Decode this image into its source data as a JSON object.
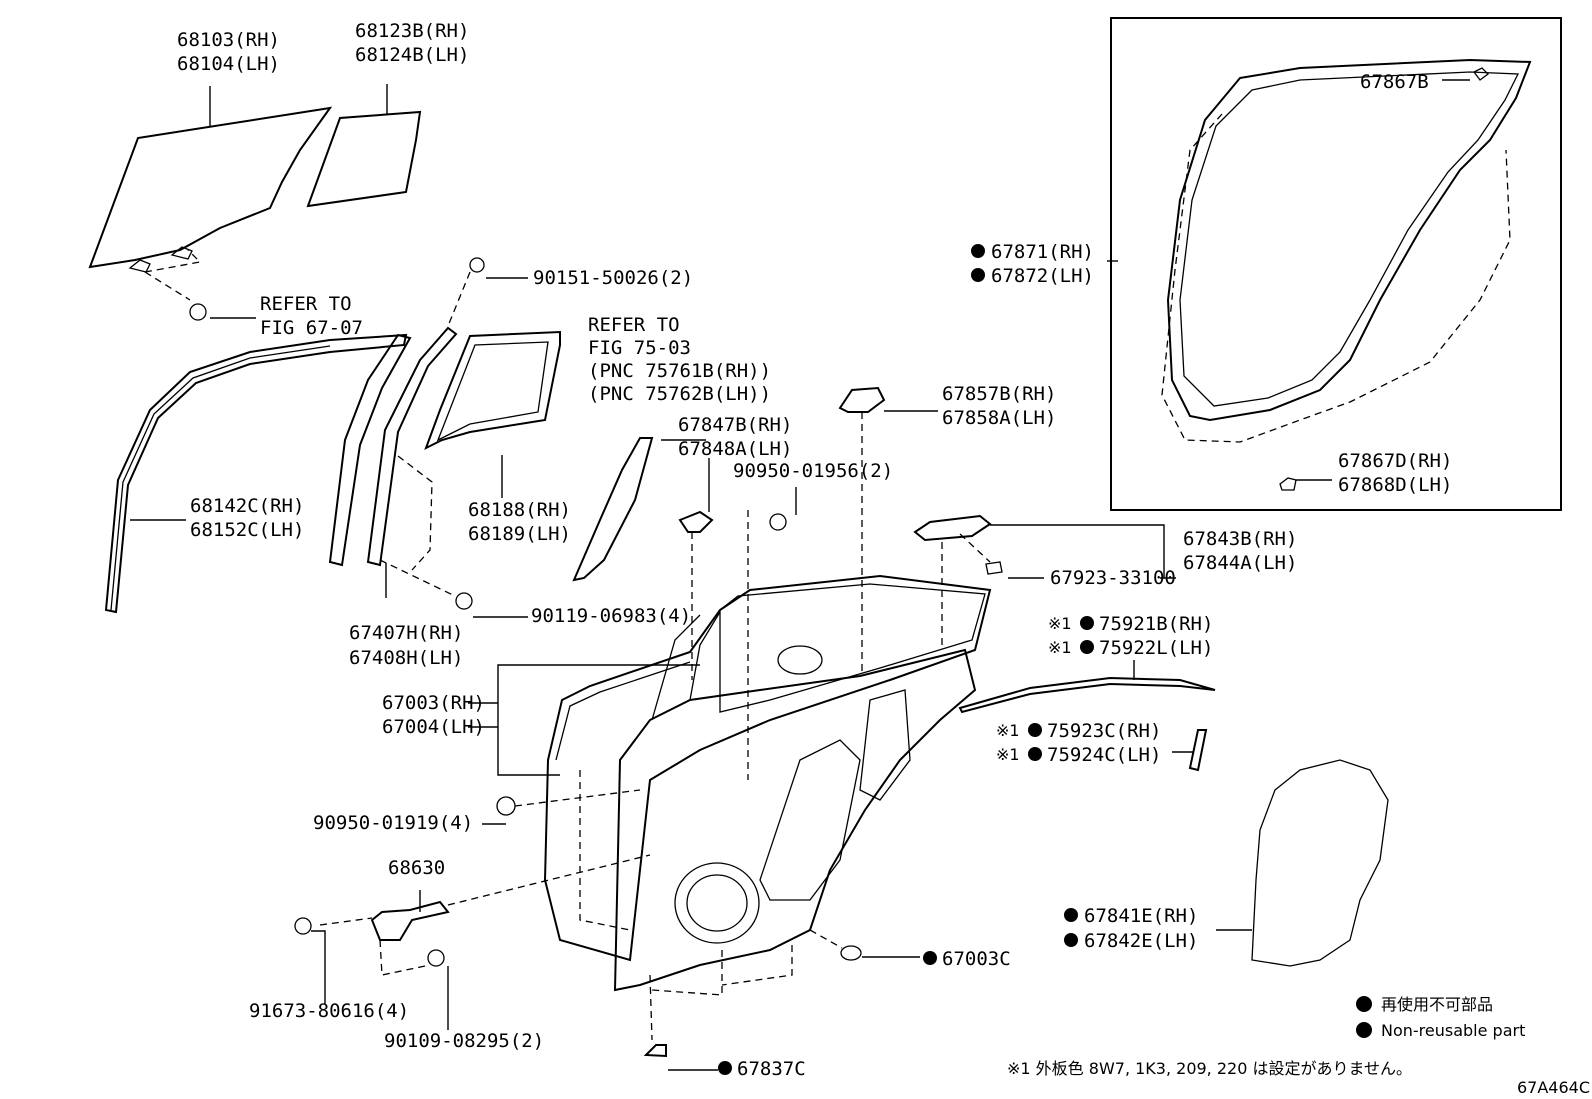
{
  "labels": {
    "glass_68103": "68103(RH)",
    "glass_68104": "68104(LH)",
    "qglass_68123": "68123B(RH)",
    "qglass_68124": "68124B(LH)",
    "bolt_90151": "90151-50026(2)",
    "refer_67_1": "REFER TO",
    "refer_67_2": "FIG 67-07",
    "refer_75_1": "REFER TO",
    "refer_75_2": "FIG 75-03",
    "refer_75_3": "(PNC 75761B(RH))",
    "refer_75_4": "(PNC 75762B(LH))",
    "run_68142": "68142C(RH)",
    "run_68152": "68152C(LH)",
    "frame_68188": "68188(RH)",
    "frame_68189": "68189(LH)",
    "gar_67847": "67847B(RH)",
    "gar_67848": "67848A(LH)",
    "plug_90950_2": "90950-01956(2)",
    "hnd_67857": "67857B(RH)",
    "hnd_67858": "67858A(LH)",
    "sash_67407": "67407H(RH)",
    "sash_67408": "67408H(LH)",
    "bolt_90119": "90119-06983(4)",
    "panel_67003": "67003(RH)",
    "panel_67004": "67004(LH)",
    "plug_90950_4": "90950-01919(4)",
    "check_68630": "68630",
    "bolt_91673": "91673-80616(4)",
    "bolt_90109": "90109-08295(2)",
    "clip_67837": "67837C",
    "hole_67003c": "67003C",
    "ws_67871": "67871(RH)",
    "ws_67872": "67872(LH)",
    "clip_67867b": "67867B",
    "clip_67867d": "67867D(RH)",
    "clip_67868d": "67868D(LH)",
    "hb_67843": "67843B(RH)",
    "hb_67844": "67844A(LH)",
    "clip_67923": "67923-33100",
    "mold_75921": "75921B(RH)",
    "mold_75922": "75922L(LH)",
    "mold_75923": "75923C(RH)",
    "mold_75924": "75924C(LH)",
    "sheet_67841": "67841E(RH)",
    "sheet_67842": "67842E(LH)",
    "note_mark": "※1",
    "legend_jp": "再使用不可部品",
    "legend_en": "Non-reusable part",
    "footnote": "※1 外板色 8W7, 1K3, 209, 220 は設定がありません。",
    "fig_code": "67A464C"
  },
  "colors": {
    "ink": "#000000",
    "paper": "#ffffff"
  },
  "icons": {
    "non_reusable_marker": "filled-circle-icon"
  }
}
